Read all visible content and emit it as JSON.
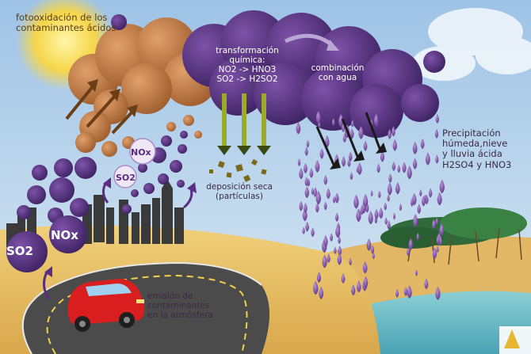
{
  "labels": {
    "photo": [
      "fotooxidación de los",
      "contaminantes ácidos"
    ],
    "chem": [
      "transformación",
      "química:",
      "NO2 -> HNO3",
      "SO2 -> H2SO2"
    ],
    "combo": [
      "combinación",
      "con agua"
    ],
    "dry": [
      "deposición seca",
      "(partículas)"
    ],
    "wet": [
      "Precipitación",
      "húmeda,nieve",
      "y lluvia ácida",
      "H2SO4 y HNO3"
    ],
    "emission": [
      "emisión de",
      "contaminantes",
      "en la atmósfera"
    ]
  },
  "molecules": {
    "nox_big": "NOx",
    "so2_big": "SO2",
    "nox_small": "NOx",
    "so2_small": "SO2"
  },
  "colors": {
    "sky": "#a9c8e4",
    "sun": "#f6d64a",
    "cloud_orange": "#b9743e",
    "cloud_purple": "#4a2b72",
    "drop": "#7f52a3",
    "ground": "#e9c062",
    "road": "#4b4b4b",
    "car": "#d81e1e",
    "arrow_green": "#7b8c1d"
  }
}
